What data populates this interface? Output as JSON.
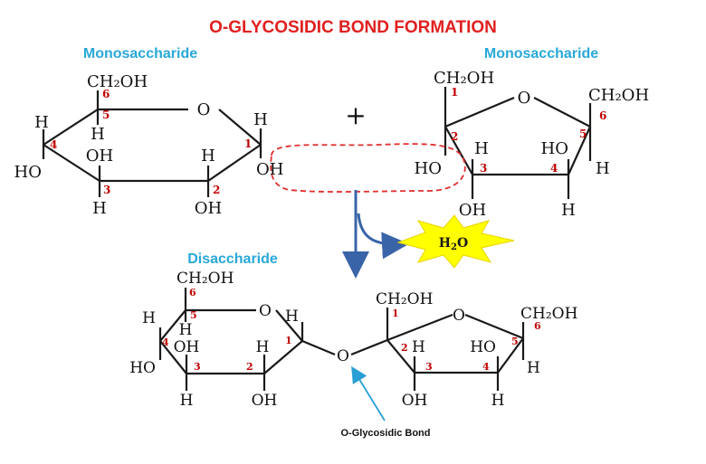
{
  "title": "O-GLYCOSIDIC BOND FORMATION",
  "labels": {
    "mono_left": "Monosaccharide",
    "mono_right": "Monosaccharide",
    "disaccharide": "Disaccharide",
    "plus": "+",
    "water": "H2O",
    "bond_caption": "O-Glycosidic Bond"
  },
  "groups": {
    "ch2oh": "CH2OH",
    "oh": "OH",
    "h": "H",
    "ho": "HO",
    "o": "O"
  },
  "colors": {
    "title": "#e02020",
    "label": "#29a8d8",
    "number": "#c00000",
    "bond": "#1a1a1a",
    "dashed_oval": "#e03030",
    "reaction_arrow": "#3a64a8",
    "bond_arrow": "#2a9fd6",
    "star": "#ffff00",
    "star_edge": "#e8d400"
  }
}
